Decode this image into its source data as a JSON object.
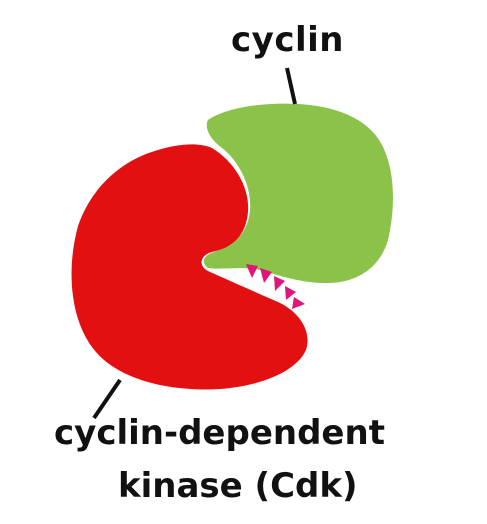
{
  "labels": {
    "cyclin": "cyclin",
    "cdk_line1": "cyclin-dependent",
    "cdk_line2": "kinase (Cdk)"
  },
  "colors": {
    "cyclin": "#8bc34a",
    "cdk": "#e31012",
    "active_site": "#e0147a",
    "leader_line": "#111111"
  }
}
